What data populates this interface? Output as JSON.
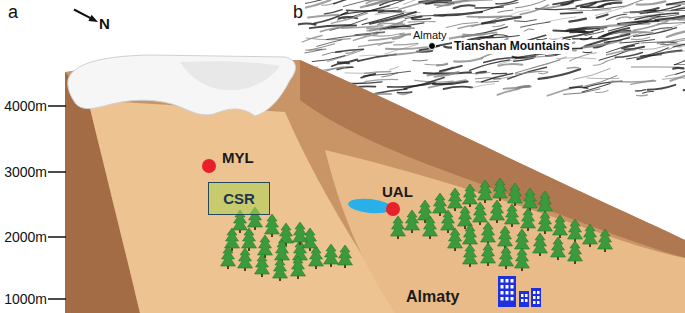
{
  "diagram": {
    "nodes": [
      {
        "text": [
          "CSR"
        ]
      }
    ],
    "labels": [
      "a",
      "N",
      "4000m",
      "3000m",
      "2000m",
      "1000m",
      "MYL",
      "UAL",
      "Almaty",
      "b",
      "Almaty",
      "Tianshan Mountains"
    ]
  }
}
